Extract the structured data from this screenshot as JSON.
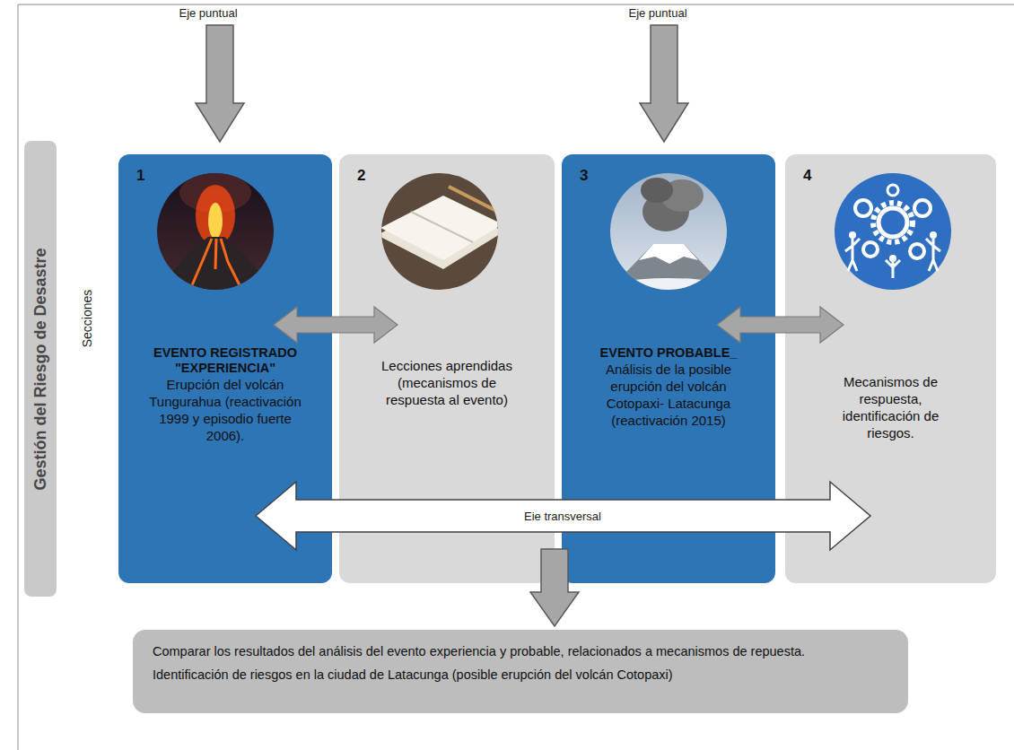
{
  "diagram": {
    "nodes": [
      {
        "text": [
          "Gestión del Riesgo de Desastre"
        ]
      },
      {
        "text": [
          "1",
          "EVENTO REGISTRADO \"EXPERIENCIA\"",
          "Erupción del volcán Tungurahua (reactivación 1999 y episodio fuerte 2006)."
        ]
      },
      {
        "text": [
          "2",
          "Lecciones aprendidas (mecanismos de respuesta al evento)"
        ]
      },
      {
        "text": [
          "3",
          "EVENTO PROBABLE_",
          "Análisis de la posible erupción del volcán Cotopaxi- Latacunga (reactivación 2015)"
        ]
      },
      {
        "text": [
          "4",
          "Mecanismos de respuesta, identificación de riesgos."
        ]
      },
      {
        "text": [
          "Comparar los resultados del análisis del evento experiencia y probable, relacionados a mecanismos de repuesta.",
          "Identificación de riesgos en la ciudad de Latacunga (posible erupción del volcán Cotopaxi)"
        ]
      }
    ],
    "edges": [
      {
        "from": 1,
        "to": 2,
        "arrow": "both"
      },
      {
        "from": 3,
        "to": 4,
        "arrow": "both"
      }
    ],
    "labels": [
      "Eje puntual",
      "Eje puntual",
      "Secciones",
      "Eie transversal"
    ]
  }
}
